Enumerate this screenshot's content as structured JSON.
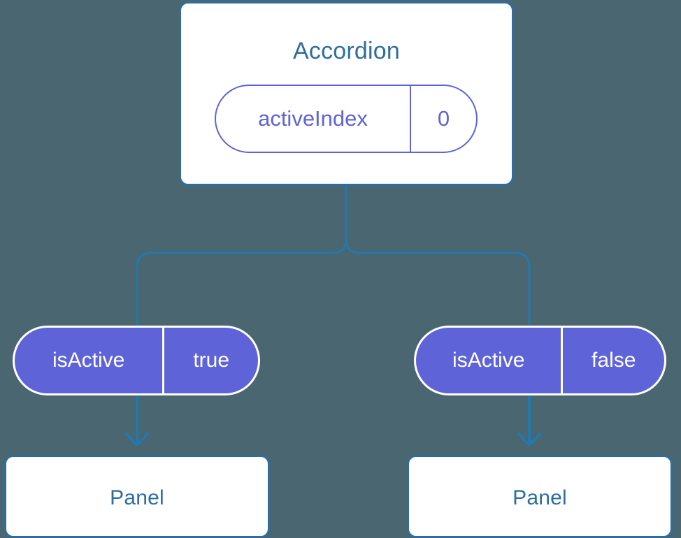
{
  "background_color": "#4a6670",
  "colors": {
    "card_border": "#2e6e9e",
    "card_title": "#2e6e9e",
    "card_fill": "#ffffff",
    "pill_accent": "#5e63d8",
    "pill_outline_fill": "#ffffff",
    "pill_filled_text": "#ffffff",
    "connector": "#2478ab"
  },
  "diagram": {
    "type": "component-tree",
    "root": {
      "title": "Accordion",
      "state": {
        "key": "activeIndex",
        "value": "0"
      }
    },
    "children": [
      {
        "prop": {
          "key": "isActive",
          "value": "true"
        },
        "card_title": "Panel"
      },
      {
        "prop": {
          "key": "isActive",
          "value": "false"
        },
        "card_title": "Panel"
      }
    ]
  }
}
